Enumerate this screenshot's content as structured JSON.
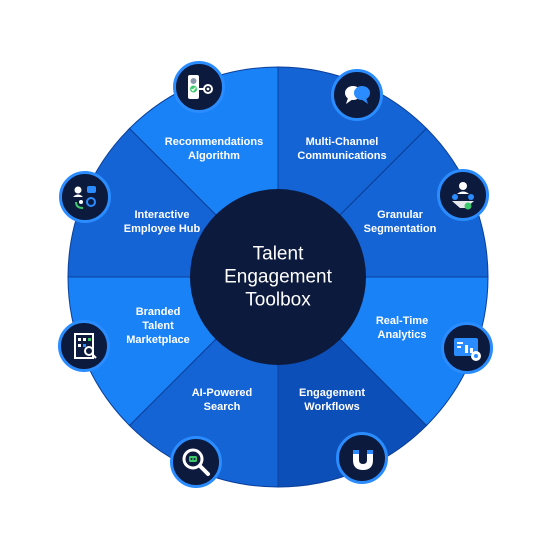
{
  "center": {
    "line1": "Talent",
    "line2": "Engagement",
    "line3": "Toolbox"
  },
  "colors": {
    "light_blue": "#1a82f7",
    "mid_blue": "#1464d6",
    "dark_blue": "#0d4fb8",
    "center_navy": "#0c1a3d",
    "badge_border": "#2a8cff",
    "divider": "#0a3f9a"
  },
  "segments": [
    {
      "line1": "Multi-Channel",
      "line2": "Communications",
      "icon": "chat-bubbles-icon"
    },
    {
      "line1": "Granular",
      "line2": "Segmentation",
      "icon": "segmentation-funnel-icon"
    },
    {
      "line1": "Real-Time",
      "line2": "Analytics",
      "icon": "analytics-dashboard-icon"
    },
    {
      "line1": "Engagement",
      "line2": "Workflows",
      "icon": "magnet-icon"
    },
    {
      "line1": "AI-Powered",
      "line2": "Search",
      "icon": "ai-search-icon"
    },
    {
      "line1": "Branded",
      "line2": "Talent",
      "line3": "Marketplace",
      "icon": "marketplace-building-icon"
    },
    {
      "line1": "Interactive",
      "line2": "Employee Hub",
      "icon": "employee-hub-icon"
    },
    {
      "line1": "Recommendations",
      "line2": "Algorithm",
      "icon": "recommendation-toggle-icon"
    }
  ]
}
